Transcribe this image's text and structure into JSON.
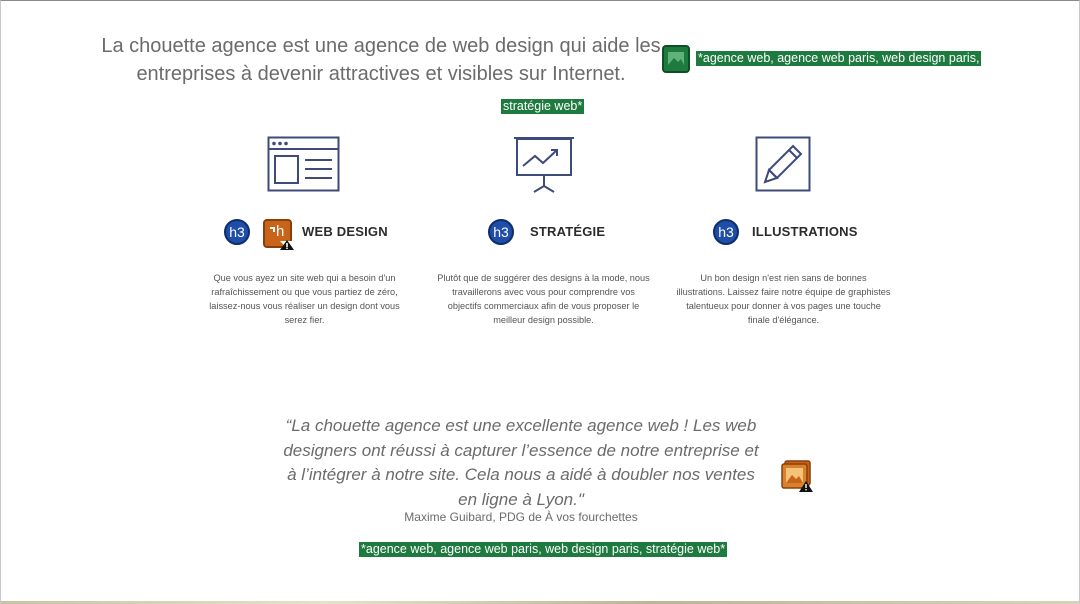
{
  "intro": {
    "text": "La chouette agence est une agence de web design qui aide les entreprises à devenir attractives et visibles sur Internet."
  },
  "seo": {
    "top_line1": "*agence web, agence web paris, web design paris,",
    "top_line2": "stratégie web*",
    "bottom": "*agence web, agence web paris, web design paris, stratégie web*"
  },
  "features": [
    {
      "icon": "browser-window-icon",
      "badge": "h3",
      "title": "WEB DESIGN",
      "text": "Que vous ayez un site web qui a besoin d'un rafraîchissement ou que vous partiez de zéro, laissez-nous vous réaliser un design dont vous serez fier."
    },
    {
      "icon": "presentation-chart-icon",
      "badge": "h3",
      "title": "STRATÉGIE",
      "text": "Plutôt que de suggérer des designs à la mode, nous travaillerons avec vous pour comprendre vos objectifs commerciaux afin de vous proposer le meilleur design possible."
    },
    {
      "icon": "pencil-square-icon",
      "badge": "h3",
      "title": "ILLUSTRATIONS",
      "text": "Un bon design n'est rien sans de bonnes illustrations. Laissez faire notre équipe de graphistes talentueux pour donner à vos pages une touche finale d'élégance."
    }
  ],
  "broken_link_badge": "h",
  "testimonial": {
    "quote": "“La chouette agence est une excellente agence web ! Les web designers ont réussi à capturer l’essence de notre entreprise et à l’intégrer à notre site. Cela nous a aidé à doubler nos ventes en ligne à Lyon.\"",
    "author": "Maxime Guibard, PDG de À vos fourchettes"
  },
  "colors": {
    "seo_tag_bg": "#1f7a3f",
    "h3_badge": "#1f4ea8",
    "warning_icon": "#c8641a",
    "icon_stroke": "#3d4a7a"
  }
}
